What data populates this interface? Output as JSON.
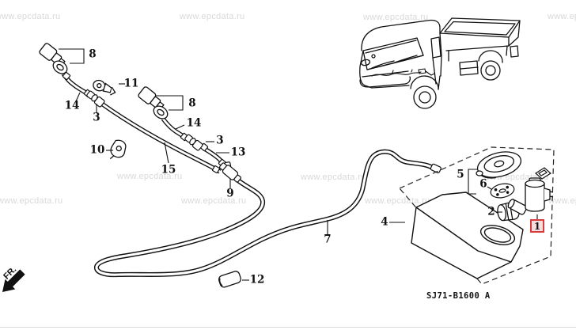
{
  "watermark": {
    "text": "www.epcdata.ru",
    "color": "#d9d9d9"
  },
  "labels": {
    "n8a": "8",
    "n11": "11",
    "n14a": "14",
    "n3a": "3",
    "n8b": "8",
    "n14b": "14",
    "n3b": "3",
    "n13": "13",
    "n10": "10",
    "n15": "15",
    "n9": "9",
    "n12": "12",
    "n7": "7",
    "n4": "4",
    "n5": "5",
    "n6": "6",
    "n2": "2",
    "n1": "1"
  },
  "code": {
    "text": "SJ71-B1600 A"
  },
  "front_marker": {
    "text": "FR."
  },
  "colors": {
    "highlight_border": "#d83c3c",
    "highlight_fill": "#f7dede",
    "line": "#111111"
  }
}
